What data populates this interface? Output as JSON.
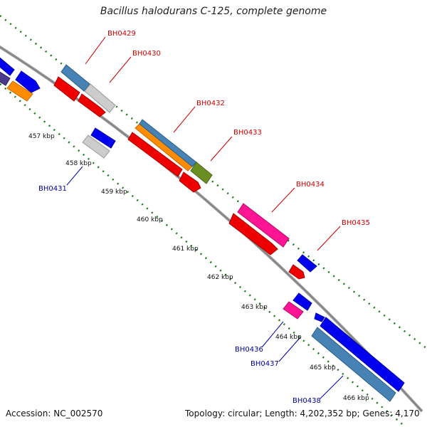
{
  "map": {
    "title": "Bacillus halodurans C-125, complete genome",
    "accession": "Accession: NC_002570",
    "topology": "Topology: circular; Length: 4,202,352 bp; Genes: 4,170"
  },
  "kbp_ticks": [
    "457 kbp",
    "458 kbp",
    "459 kbp",
    "460 kbp",
    "461 kbp",
    "462 kbp",
    "463 kbp",
    "464 kbp",
    "465 kbp",
    "466 kbp"
  ],
  "gene_labels": [
    {
      "name": "BH0429",
      "strand": "forward"
    },
    {
      "name": "BH0430",
      "strand": "forward"
    },
    {
      "name": "BH0432",
      "strand": "forward"
    },
    {
      "name": "BH0433",
      "strand": "forward"
    },
    {
      "name": "BH0434",
      "strand": "forward"
    },
    {
      "name": "BH0435",
      "strand": "forward"
    },
    {
      "name": "BH0431",
      "strand": "reverse"
    },
    {
      "name": "BH0436",
      "strand": "reverse"
    },
    {
      "name": "BH0437",
      "strand": "reverse"
    },
    {
      "name": "BH0438",
      "strand": "reverse"
    }
  ],
  "colors": {
    "backbone": "#888888",
    "red": "#ee0000",
    "blue": "#0000ee",
    "steelblue": "#4682b4",
    "grey": "#cccccc",
    "orange": "#ff8c00",
    "olive": "#6b8e23",
    "magenta": "#ff1493",
    "navy": "#4b3a8a",
    "tick_green": "#1a7a1a",
    "label_fwd": "#cc0000",
    "label_rev": "#000099"
  }
}
